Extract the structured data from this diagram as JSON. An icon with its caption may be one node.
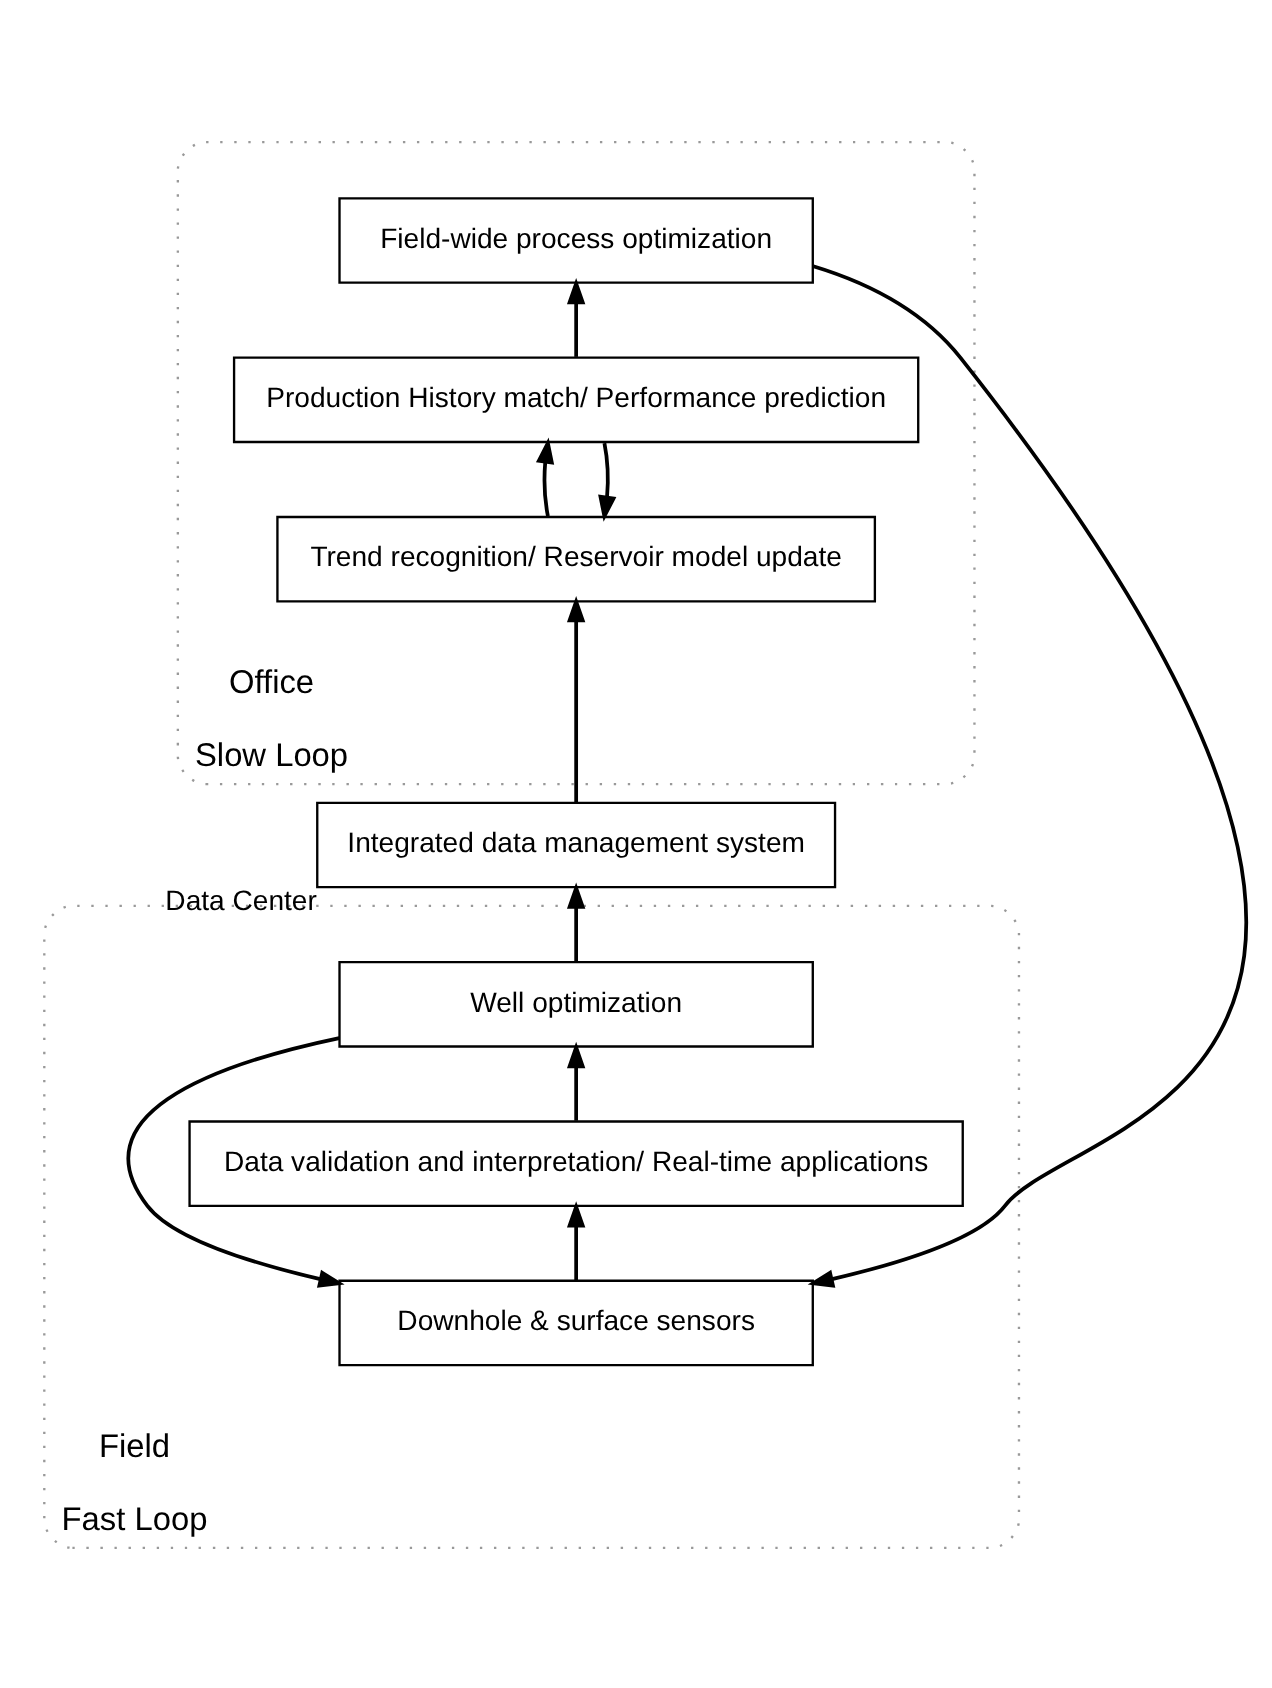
{
  "diagram": {
    "nodes": [
      {
        "text": [
          "Office",
          "Slow Loop"
        ]
      },
      {
        "text": [
          "Field-wide process optimization"
        ],
        "in": 0
      },
      {
        "text": [
          "Production History match/ Performance prediction"
        ],
        "in": 0
      },
      {
        "text": [
          "Trend recognition/ Reservoir model update"
        ],
        "in": 0
      },
      {
        "text": [
          "Integrated data management system"
        ],
        "beside": [
          "Data Center"
        ]
      },
      {
        "text": [
          "Field",
          "Fast Loop"
        ]
      },
      {
        "text": [
          "Well optimization"
        ],
        "in": 5
      },
      {
        "text": [
          "Data validation and interpretation/ Real-time applications"
        ],
        "in": 5
      },
      {
        "text": [
          "Downhole & surface sensors"
        ],
        "in": 5
      }
    ],
    "edges": [
      {
        "from": 3,
        "to": 2,
        "arrow": "to"
      },
      {
        "from": 2,
        "to": 1,
        "arrow": "to"
      },
      {
        "from": 2,
        "to": 3,
        "arrow": "to"
      },
      {
        "from": 4,
        "to": 3,
        "arrow": "to"
      },
      {
        "from": 6,
        "to": 4,
        "arrow": "to"
      },
      {
        "from": 7,
        "to": 6,
        "arrow": "to"
      },
      {
        "from": 8,
        "to": 7,
        "arrow": "to"
      },
      {
        "from": 6,
        "to": 8,
        "arrow": "to"
      },
      {
        "from": 1,
        "to": 8,
        "arrow": "to"
      }
    ]
  }
}
